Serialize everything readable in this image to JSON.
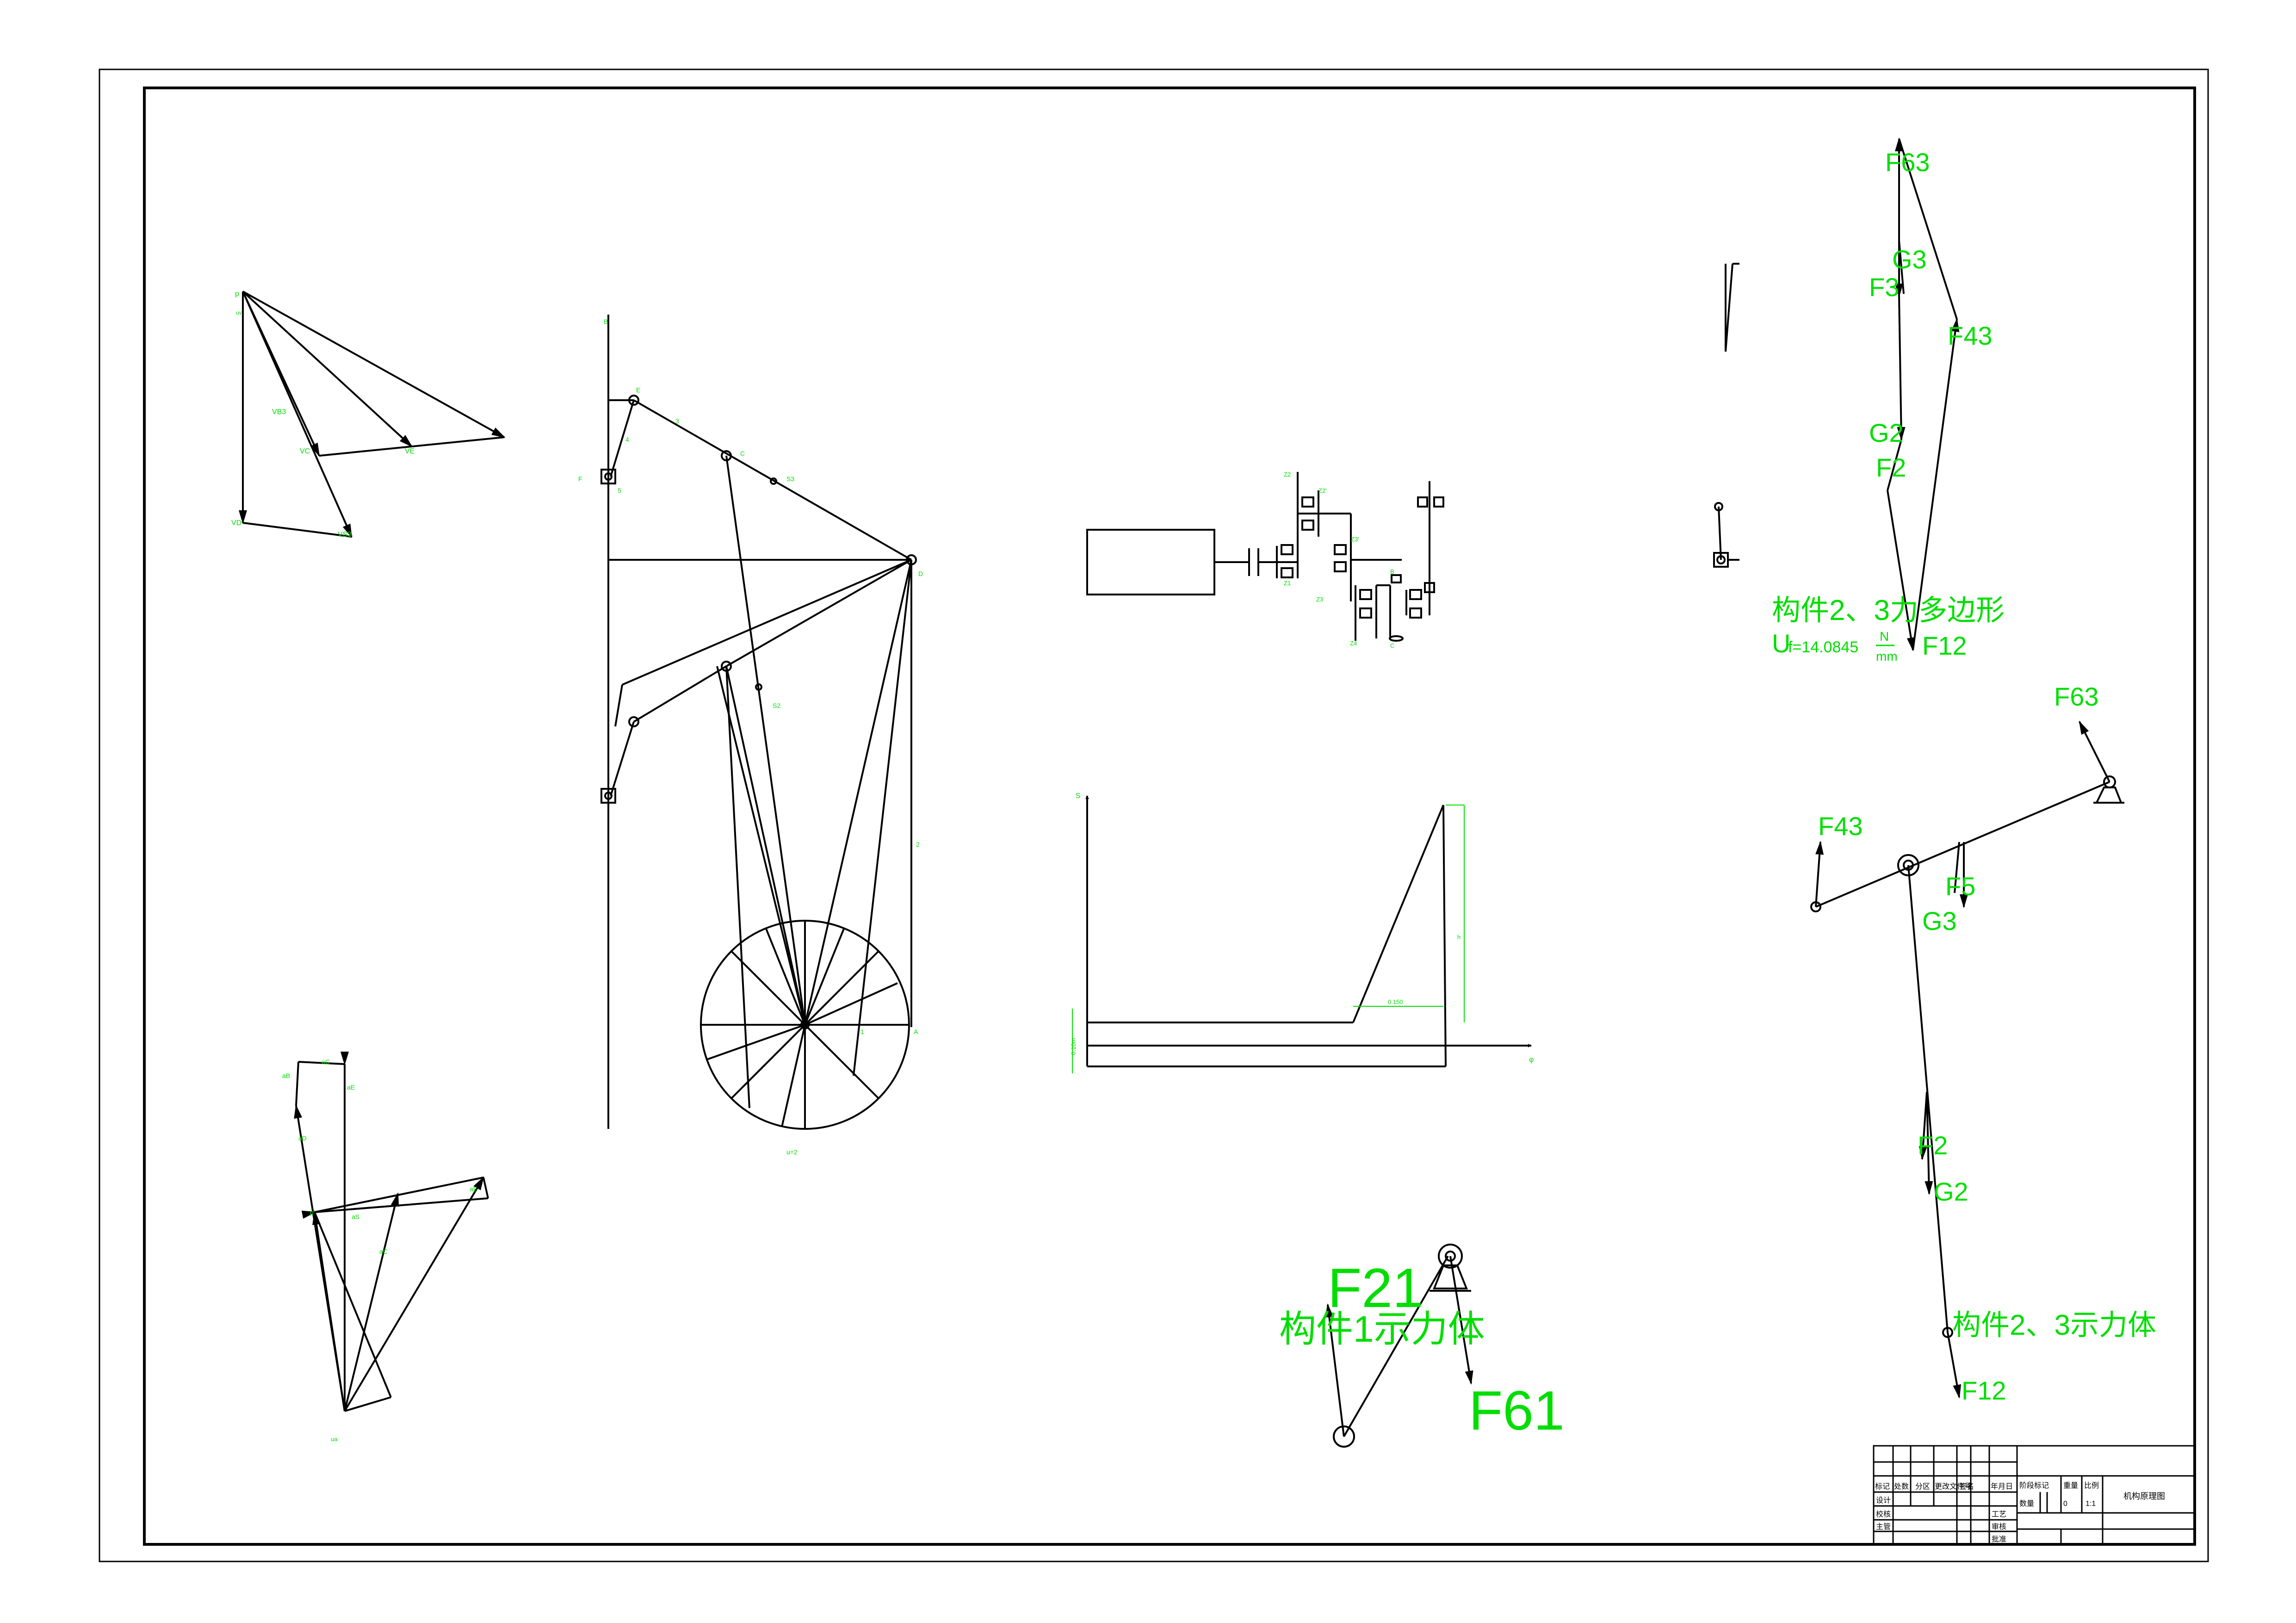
{
  "colors": {
    "line": "#000000",
    "label": "#00dd00",
    "background": "#ffffff"
  },
  "labels": {
    "F63_top": "F63",
    "G3_top": "G3",
    "F3_top": "F3",
    "F43_top": "F43",
    "G2_top": "G2",
    "F2_top": "F2",
    "F12_top": "F12",
    "polygon_title": "构件2、3力多边形",
    "uf_value": "U",
    "uf_sub": "f=14.0845",
    "uf_unit_num": "N",
    "uf_unit_den": "mm",
    "F63_right": "F63",
    "F43_right": "F43",
    "F5_right": "F5",
    "G3_right": "G3",
    "F2_right": "F2",
    "G2_right": "G2",
    "body23_title": "构件2、3示力体",
    "F12_right": "F12",
    "F21": "F21",
    "body1_title": "构件1示力体",
    "F61": "F61",
    "mech_B": "B",
    "mech_E": "E",
    "mech_4": "4",
    "mech_5": "5",
    "mech_F": "F",
    "mech_3": "3",
    "mech_C": "C",
    "mech_S3": "S3",
    "mech_D": "D",
    "mech_S2": "S2",
    "mech_2": "2",
    "mech_1": "1",
    "mech_A": "A",
    "mech_scale": "u=2",
    "gear_z1": "Z1",
    "gear_z2": "Z2",
    "gear_z2p": "Z2'",
    "gear_z3": "Z3",
    "gear_z3p": "Z3'",
    "gear_z4": "Z4",
    "gear_b": "B",
    "gear_c": "C",
    "cam_axis_s": "S",
    "cam_axis_phi": "φ",
    "cam_dim1": "0.150",
    "cam_dim2": "h",
    "cam_dim3": "0.10m",
    "vp_p": "p",
    "vp_vb": "VB3",
    "vp_vc": "VC",
    "vp_ve": "VE",
    "vp_vd": "VD",
    "vp_vs": "VS3",
    "vp_scale": "uv",
    "ap_p": "p'",
    "ap_a1": "aB",
    "ap_a2": "aC",
    "ap_a3": "aE",
    "ap_a4": "aD",
    "ap_a5": "aS",
    "ap_scale": "ua"
  },
  "title_block": {
    "title": "机构原理图",
    "row_headers": [
      "标记",
      "处数",
      "分区",
      "更改文件号",
      "签名",
      "年月日"
    ],
    "left_rows": [
      "设计",
      "校核",
      "主管"
    ],
    "stage_mark": "阶段标记",
    "weight": "重量",
    "scale_label": "比例",
    "scale_value": "1:1",
    "qty_label": "数量",
    "qty_value": "0",
    "process": "工艺",
    "approve": "审核",
    "ratify": "批准"
  }
}
